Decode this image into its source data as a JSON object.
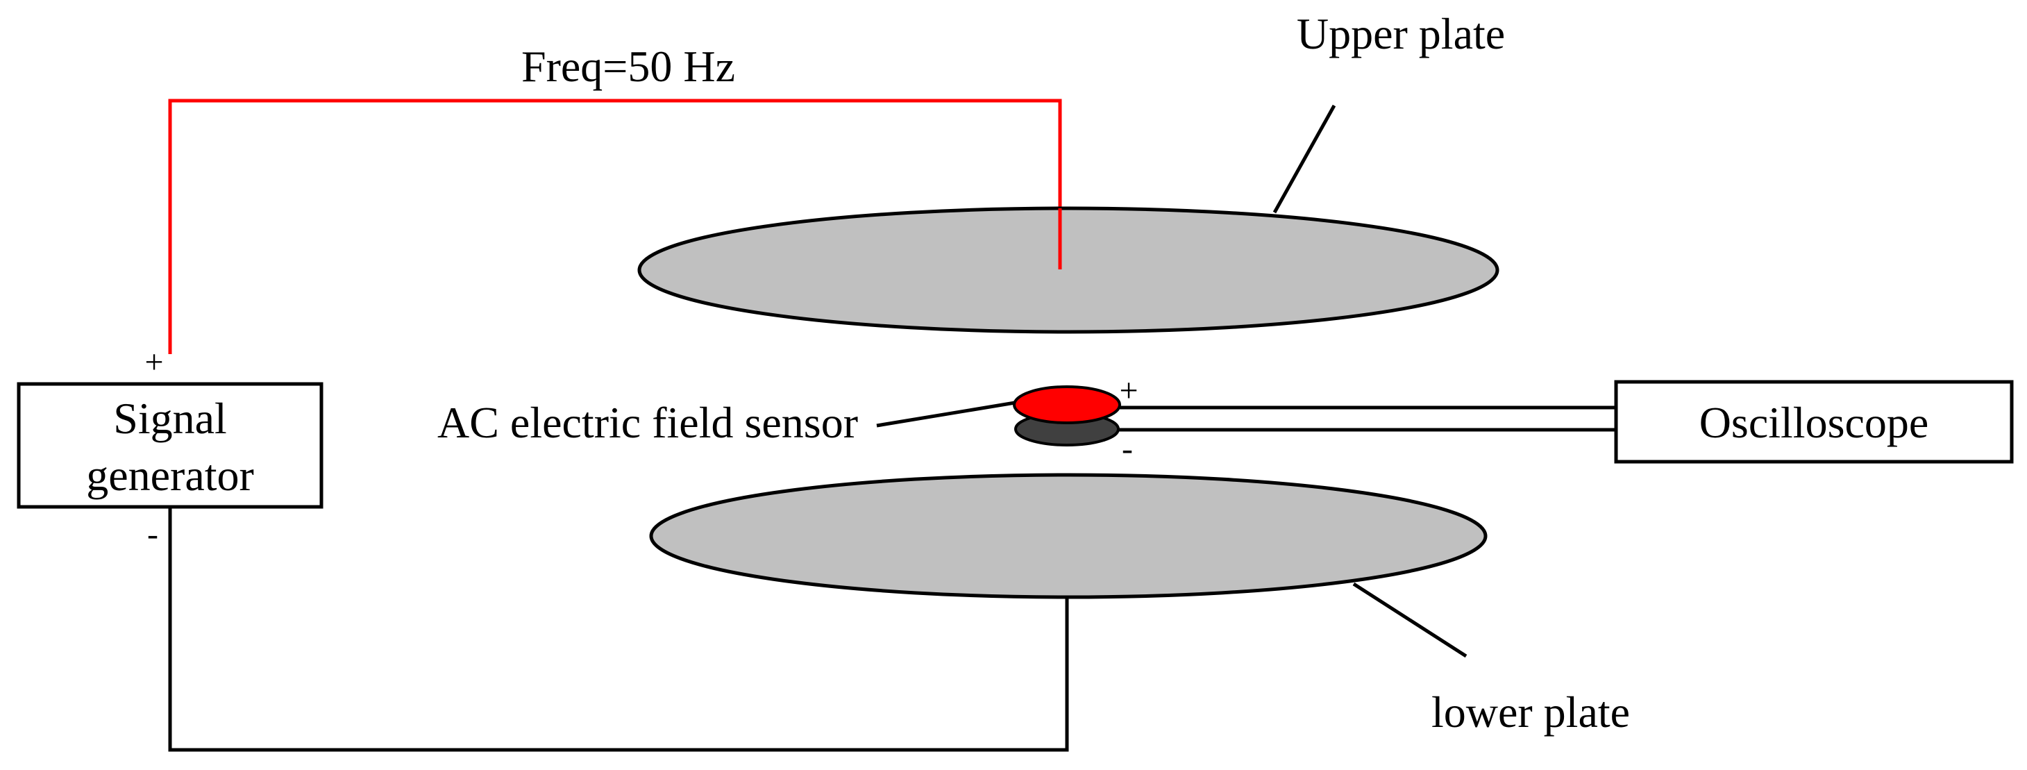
{
  "labels": {
    "frequency": "Freq=50 Hz",
    "upper_plate": "Upper plate",
    "lower_plate": "lower plate",
    "sensor": "AC electric field sensor",
    "generator_line1": "Signal",
    "generator_line2": "generator",
    "oscilloscope": "Oscilloscope",
    "generator_plus": "+",
    "generator_minus": "-",
    "sensor_plus": "+",
    "sensor_minus": "-"
  },
  "colors": {
    "signal_wire": "#ff0000",
    "ground_wire": "#000000",
    "plate_fill": "#c0c0c0",
    "sensor_top": "#ff0000",
    "sensor_bottom": "#404040"
  }
}
